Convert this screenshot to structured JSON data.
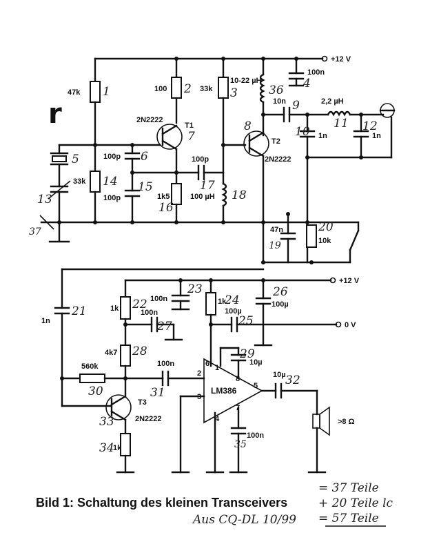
{
  "rails": {
    "vcc_top": "+12 V",
    "vcc_bottom": "+12 V",
    "zero_v": "0 V"
  },
  "stage1": {
    "r1_value": "47k",
    "r1_num": "1",
    "r2_value": "100",
    "r2_num": "2",
    "r3_value": "33k",
    "r3_num": "3",
    "l36_value": "10-22 µH",
    "l36_num": "36",
    "c4_value": "100n",
    "c4_num": "4",
    "c9_value": "10n",
    "c9_num": "9",
    "l11_value": "2,2 µH",
    "l11_num": "11",
    "c10_value": "1n",
    "c10_num": "10",
    "c12_value": "1n",
    "c12_num": "12",
    "t1_name": "T1",
    "t1_type": "2N2222",
    "t1_num": "7",
    "t2_name": "T2",
    "t2_type": "2N2222",
    "t2_num": "8",
    "xtal_num": "5",
    "c6_value": "100p",
    "c6_num": "6",
    "r14_value": "33k",
    "r14_num": "14",
    "c15_value": "100p",
    "c15_num": "15",
    "c17_value": "100p",
    "c17_num": "17",
    "l18_value": "100 µH",
    "l18_num": "18",
    "r16_value": "1k5",
    "r16_num": "16",
    "vc_num": "13",
    "sw_num": "37",
    "c19_value": "47n",
    "c19_num": "19",
    "r20_value": "10k",
    "r20_num": "20"
  },
  "stage2": {
    "c21_value": "1n",
    "c21_num": "21",
    "r22_value": "1k",
    "r22_num": "22",
    "c23_value": "100n",
    "c23_num": "23",
    "r24_value": "1k",
    "r24_num": "24",
    "c25_value": "100µ",
    "c25_num": "25",
    "c26_value": "100µ",
    "c26_num": "26",
    "c27_value": "100n",
    "c27_num": "27",
    "r28_value": "4k7",
    "r28_num": "28",
    "c29_value": "10µ",
    "c29_num": "29",
    "r30_value": "560k",
    "r30_num": "30",
    "c31_value": "100n",
    "c31_num": "31",
    "c32_value": "10µ",
    "c32_num": "32",
    "t3_name": "T3",
    "t3_type": "2N2222",
    "t3_num": "33",
    "r34_value": "1k",
    "r34_num": "34",
    "c35_value": "100n",
    "c35_num": "35",
    "ic_name": "LM386",
    "pins": [
      "1",
      "2",
      "3",
      "4",
      "5",
      "6",
      "7",
      "8"
    ],
    "speaker_value": ">8 Ω"
  },
  "decor": {
    "bleed_letter": "r"
  },
  "caption": {
    "title": "Bild 1: Schaltung des kleinen Transceivers",
    "source": "Aus CQ-DL 10/99",
    "tally_1": "= 37 Teile",
    "tally_2": "+ 20 Teile lc",
    "tally_3": "= 57 Teile"
  }
}
